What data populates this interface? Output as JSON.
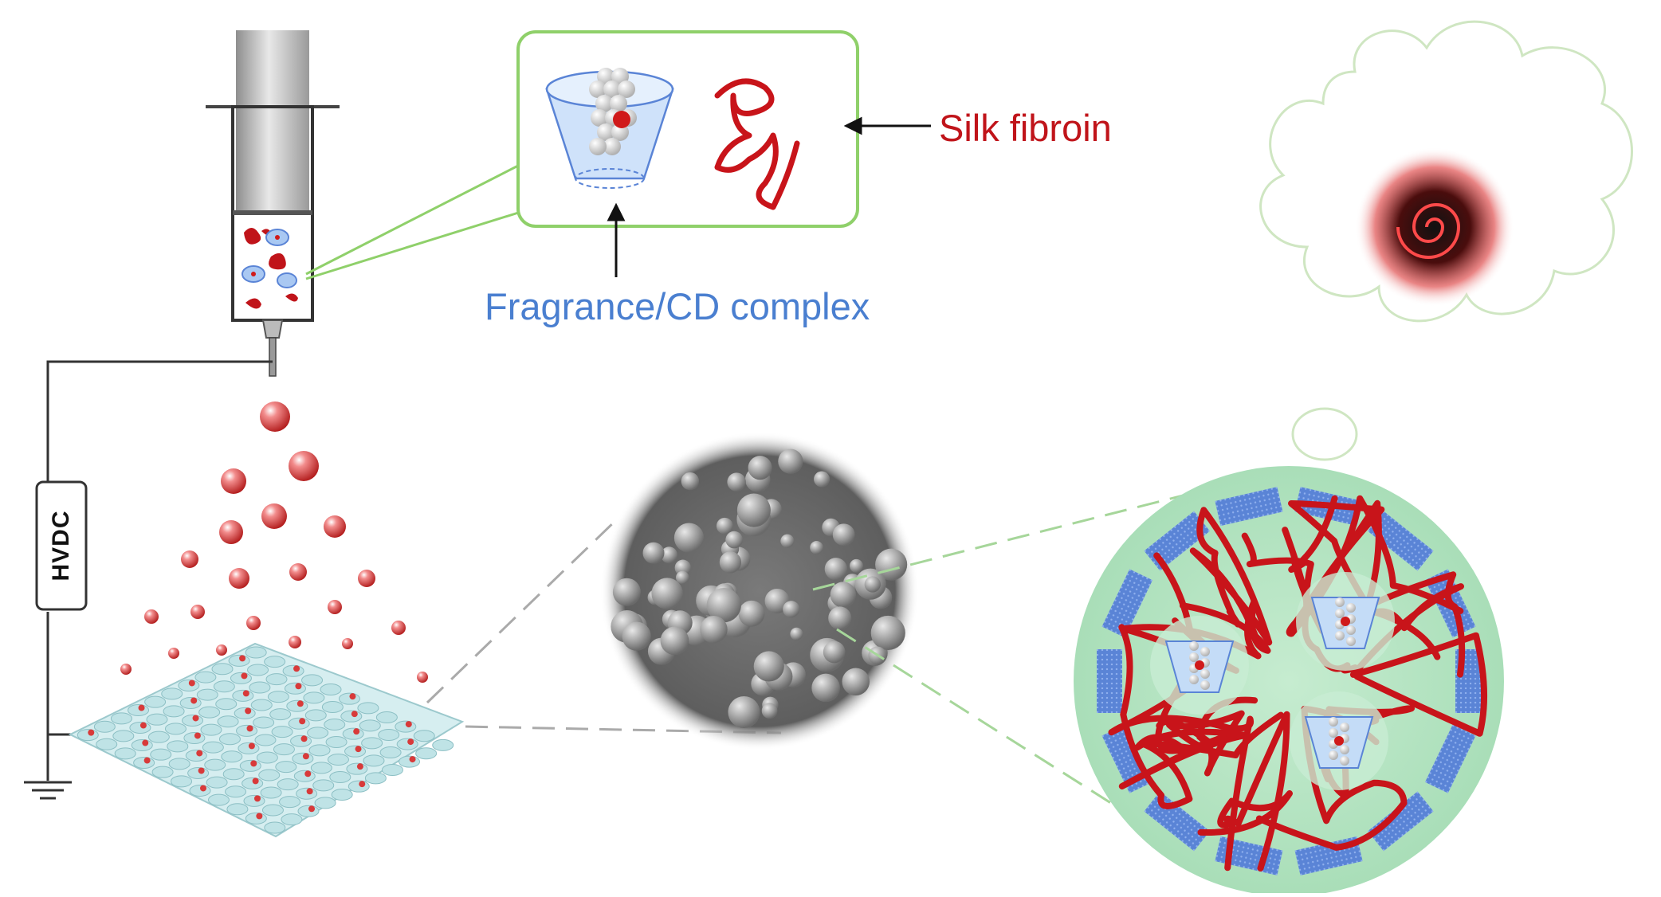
{
  "labels": {
    "silk_fibroin": "Silk fibroin",
    "fragrance_complex": "Fragrance/CD complex",
    "power_supply": "HVDC"
  },
  "colors": {
    "silk": "#c0141a",
    "cyclodextrin": "#4a7fd0",
    "inset_border": "#8fd06a",
    "thought_cloud": "#cfe6c2",
    "fabric": "#bfe3e6",
    "droplet": "#d42a2a"
  },
  "icons": {
    "syringe": "syringe-icon",
    "ground": "ground-icon",
    "power_supply": "hvdc-box",
    "rose": "rose-icon",
    "sem_image": "sem-micrograph",
    "particle": "microsphere-icon"
  }
}
